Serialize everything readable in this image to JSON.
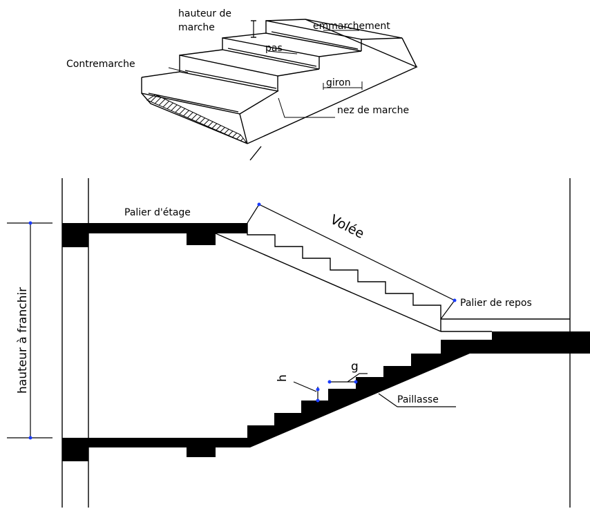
{
  "top_diagram": {
    "labels": {
      "hauteur_line1": "hauteur de",
      "hauteur_line2": "marche",
      "emmarchement": "emmarchement",
      "pas": "pas",
      "contremarche": "Contremarche",
      "giron": "giron",
      "nez": "nez de marche"
    }
  },
  "bottom_diagram": {
    "labels": {
      "palier_etage": "Palier d'étage",
      "volee": "Volée",
      "palier_repos": "Palier de repos",
      "hauteur_franchir": "hauteur à franchir",
      "h": "h",
      "g": "g",
      "paillasse": "Paillasse"
    }
  },
  "colors": {
    "ink": "#000000",
    "dimension_marker": "#1a3cff",
    "hatch": "#000000"
  }
}
